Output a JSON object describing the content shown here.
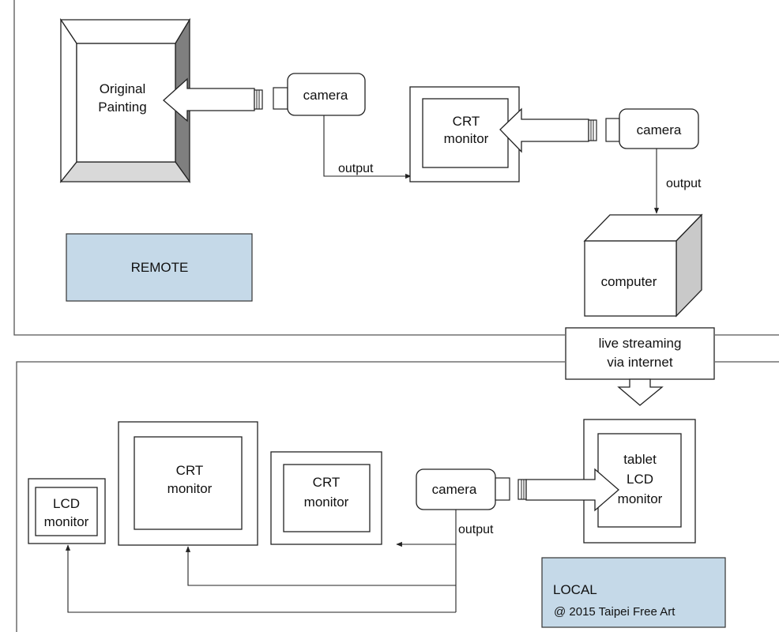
{
  "painting": {
    "line1": "Original",
    "line2": "Painting"
  },
  "remote_top": {
    "camera1_label": "camera",
    "camera2_label": "camera",
    "output1_label": "output",
    "output2_label": "output",
    "crt_line1": "CRT",
    "crt_line2": "monitor",
    "computer_label": "computer"
  },
  "remote_box": {
    "label": "REMOTE",
    "fill": "#c5d9e8"
  },
  "streaming": {
    "line1": "live streaming",
    "line2": "via internet"
  },
  "local_bottom": {
    "lcd_line1": "LCD",
    "lcd_line2": "monitor",
    "crt_big_line1": "CRT",
    "crt_big_line2": "monitor",
    "crt_small_line1": "CRT",
    "crt_small_line2": "monitor",
    "camera_label": "camera",
    "output_label": "output",
    "tablet_line1": "tablet",
    "tablet_line2": "LCD",
    "tablet_line3": "monitor"
  },
  "local_box": {
    "label": "LOCAL",
    "credit": "@ 2015 Taipei Free Art",
    "fill": "#c5d9e8"
  },
  "colors": {
    "box_fill": "#c5d9e8",
    "frame_gray": "#7f7f7f",
    "frame_light": "#d9d9d9",
    "computer_side": "#c9c9c9"
  }
}
